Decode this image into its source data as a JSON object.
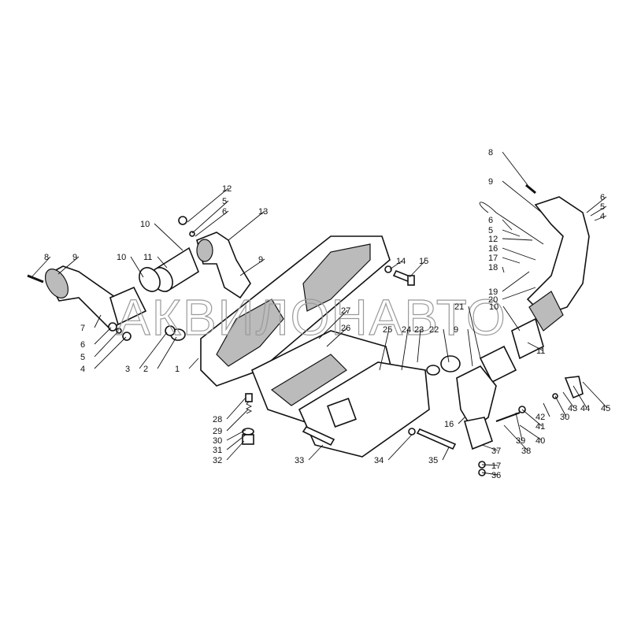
{
  "watermark": "АКВИЛОНАВТО",
  "callouts": [
    "12",
    "5",
    "6",
    "13",
    "10",
    "10",
    "11",
    "8",
    "9",
    "9",
    "7",
    "6",
    "5",
    "4",
    "3",
    "2",
    "1",
    "8",
    "9",
    "6",
    "5",
    "4",
    "6",
    "5",
    "12",
    "16",
    "17",
    "18",
    "19",
    "20",
    "21",
    "10",
    "11",
    "14",
    "15",
    "27",
    "26",
    "25",
    "24",
    "23",
    "22",
    "9",
    "28",
    "29",
    "30",
    "31",
    "32",
    "33",
    "34",
    "35",
    "16",
    "37",
    "17",
    "36",
    "38",
    "39",
    "40",
    "41",
    "42",
    "30",
    "43",
    "44",
    "45"
  ]
}
